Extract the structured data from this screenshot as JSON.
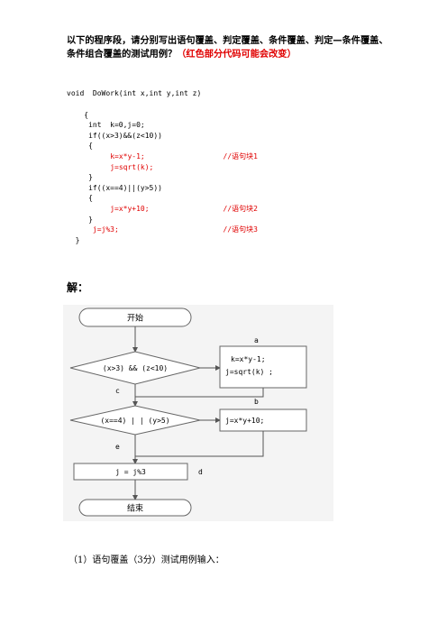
{
  "question": {
    "line1": "以下的程序段，请分别写出语句覆盖、判定覆盖、条件覆盖、判定—条件覆盖、",
    "line2": "条件组合覆盖的测试用例？",
    "note": "（红色部分代码可能会改变）"
  },
  "code": {
    "lines": [
      {
        "text": "void  DoWork(int x,int y,int z)",
        "red": false,
        "indent": 0
      },
      {
        "text": "{",
        "red": false,
        "indent": 2
      },
      {
        "text": " int  k=0,j=0;",
        "red": false,
        "indent": 2
      },
      {
        "text": " if((x>3)&&(z<10))",
        "red": false,
        "indent": 2
      },
      {
        "text": " {",
        "red": false,
        "indent": 2
      },
      {
        "text": "k=x*y-1;",
        "red": true,
        "indent": 5
      },
      {
        "text": "//语句块1",
        "red": true,
        "indent": 18
      },
      {
        "text": "j=sqrt(k);",
        "red": true,
        "indent": 5
      },
      {
        "text": " }",
        "red": false,
        "indent": 2
      },
      {
        "text": " if((x==4)||(y>5))",
        "red": false,
        "indent": 2
      },
      {
        "text": " {",
        "red": false,
        "indent": 2
      },
      {
        "text": "j=x*y+10;",
        "red": true,
        "indent": 5
      },
      {
        "text": "//语句块2",
        "red": true,
        "indent": 18
      },
      {
        "text": " }",
        "red": false,
        "indent": 2
      },
      {
        "text": "j=j%3;",
        "red": true,
        "indent": 3
      },
      {
        "text": "//语句块3",
        "red": true,
        "indent": 18
      },
      {
        "text": "}",
        "red": false,
        "indent": 1
      }
    ]
  },
  "answer_label": "解：",
  "flowchart": {
    "start": "开始",
    "cond1": "(x>3) && (z<10)",
    "cond2": "(x==4) | | (y>5)",
    "box_a_line1": "k=x*y-1;",
    "box_a_line2": "j=sqrt(k) ;",
    "box_b": "j=x*y+10;",
    "box_d": "j = j%3",
    "end": "结束",
    "label_a": "a",
    "label_b": "b",
    "label_c": "c",
    "label_d": "d",
    "label_e": "e"
  },
  "footer": "（1）语句覆盖（3分）测试用例输入："
}
